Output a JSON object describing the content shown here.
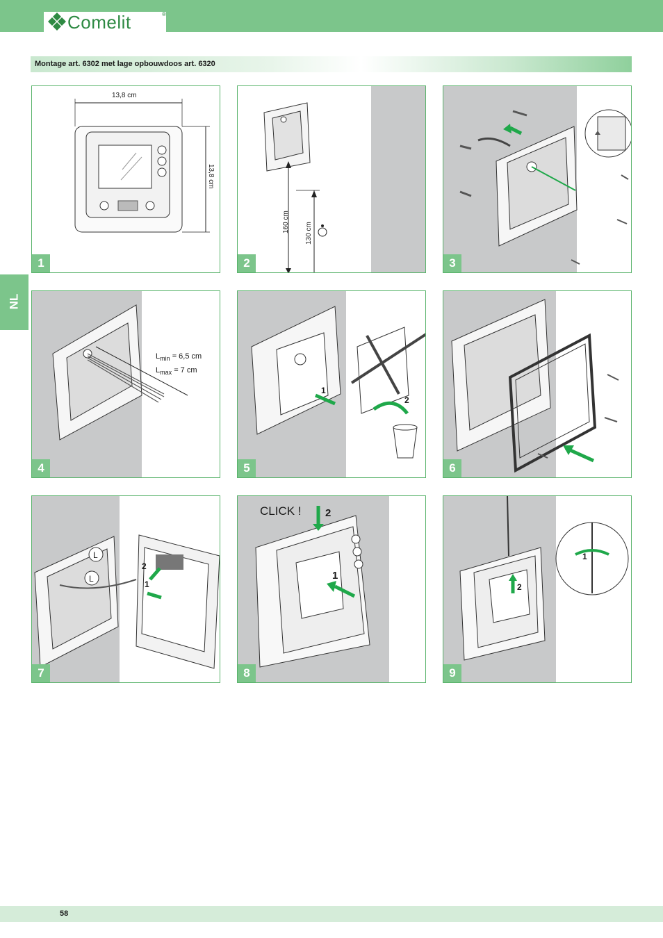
{
  "header": {
    "brand": "Comelit",
    "reg_mark": "®"
  },
  "title": "Montage art. 6302 met lage opbouwdoos art. 6320",
  "language_tab": "NL",
  "steps": [
    {
      "number": "1",
      "labels": {
        "width": "13,8 cm",
        "height": "13,8 cm"
      }
    },
    {
      "number": "2",
      "labels": {
        "h1": "160 cm",
        "h2": "130 cm"
      }
    },
    {
      "number": "3"
    },
    {
      "number": "4",
      "labels": {
        "lmin_pre": "L",
        "lmin_sub": "min",
        "lmin_val": "= 6,5 cm",
        "lmax_pre": "L",
        "lmax_sub": "max",
        "lmax_val": "= 7 cm"
      }
    },
    {
      "number": "5",
      "labels": {
        "a": "1",
        "b": "2"
      }
    },
    {
      "number": "6"
    },
    {
      "number": "7",
      "labels": {
        "l1": "L",
        "l2": "L",
        "a": "1",
        "b": "2"
      }
    },
    {
      "number": "8",
      "labels": {
        "click": "CLICK !",
        "a": "1",
        "b": "2"
      }
    },
    {
      "number": "9",
      "labels": {
        "a": "1",
        "b": "2"
      }
    }
  ],
  "footer": {
    "page_number": "58"
  },
  "colors": {
    "brand_green": "#7cc58b",
    "arrow_green": "#1fa84a",
    "panel_gray": "#c8c9ca"
  }
}
